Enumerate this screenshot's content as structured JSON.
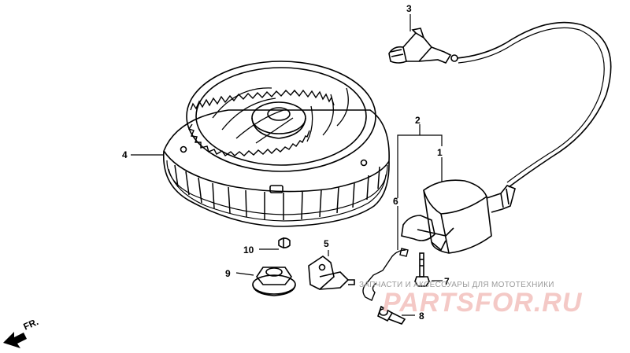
{
  "callouts": {
    "c1": "1",
    "c2": "2",
    "c3": "3",
    "c4": "4",
    "c5": "5",
    "c6": "6",
    "c7": "7",
    "c8": "8",
    "c9": "9",
    "c10": "10"
  },
  "direction_label": "FR.",
  "watermark": {
    "tagline": "ЗАПЧАСТИ И АКСЕССУАРЫ ДЛЯ МОТОТЕХНИКИ",
    "logo": "PARTSFOR.RU",
    "logo_color": "#f4c9c6"
  },
  "colors": {
    "line": "#000000",
    "background": "#ffffff"
  }
}
